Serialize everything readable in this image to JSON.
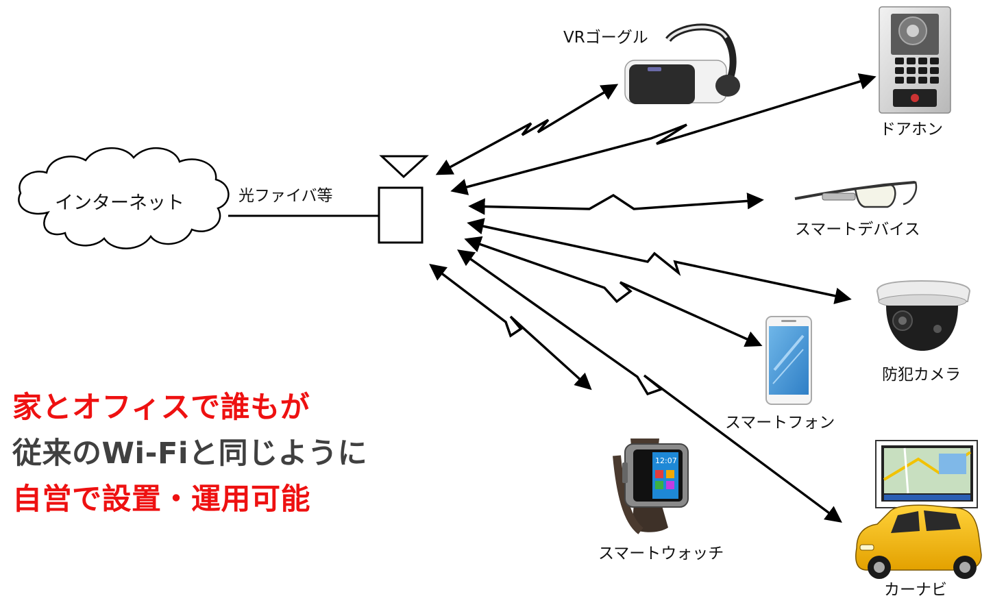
{
  "network": {
    "cloud_label": "インターネット",
    "link_label": "光ファイバ等"
  },
  "devices": {
    "vr_goggles": "VRゴーグル",
    "door_phone": "ドアホン",
    "smart_device": "スマートデバイス",
    "security_camera": "防犯カメラ",
    "smartphone": "スマートフォン",
    "smartwatch": "スマートウォッチ",
    "car_navi": "カーナビ"
  },
  "watch_screen": {
    "time": "12:07"
  },
  "message": {
    "line1": "家とオフィスで誰もが",
    "line2": "従来のWi-Fiと同じように",
    "line3": "自営で設置・運用可能"
  },
  "colors": {
    "accent_red": "#ee1111",
    "text_dark": "#404040",
    "car_yellow": "#f2b300",
    "line": "#000000"
  }
}
